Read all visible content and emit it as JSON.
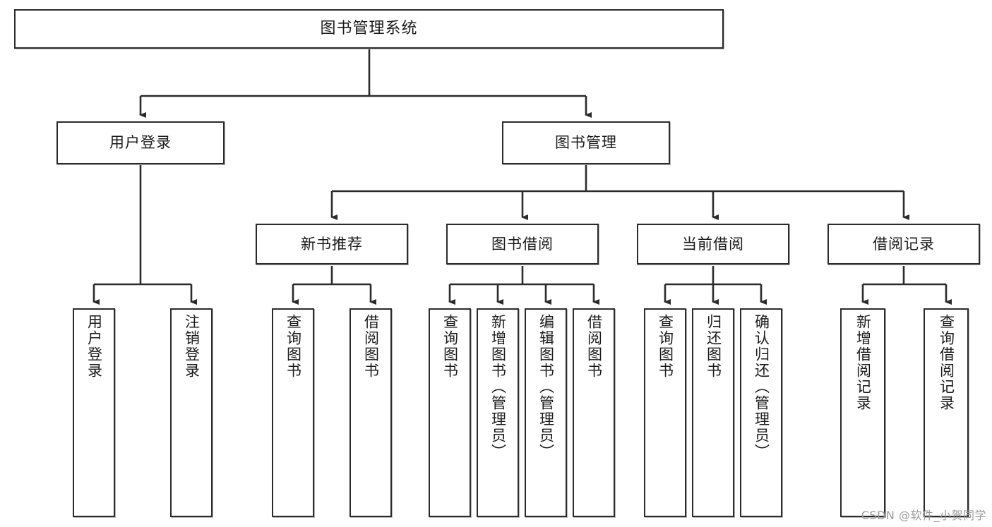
{
  "diagram": {
    "title": "图书管理系统",
    "type": "tree",
    "watermark": "CSDN @软件_小贺同学",
    "levels": {
      "root": {
        "label": "图书管理系统"
      },
      "level2": [
        {
          "label": "用户登录"
        },
        {
          "label": "图书管理"
        }
      ],
      "level3": [
        {
          "label": "新书推荐"
        },
        {
          "label": "图书借阅"
        },
        {
          "label": "当前借阅"
        },
        {
          "label": "借阅记录"
        }
      ],
      "leaves": {
        "user_login": [
          {
            "label": "用户登录"
          },
          {
            "label": "注销登录"
          }
        ],
        "new_book": [
          {
            "label": "查询图书"
          },
          {
            "label": "借阅图书"
          }
        ],
        "book_borrow": [
          {
            "label": "查询图书"
          },
          {
            "label": "新增图书（管理员）"
          },
          {
            "label": "编辑图书（管理员）"
          },
          {
            "label": "借阅图书"
          }
        ],
        "current_borrow": [
          {
            "label": "查询图书"
          },
          {
            "label": "归还图书"
          },
          {
            "label": "确认归还（管理员）"
          }
        ],
        "borrow_record": [
          {
            "label": "新增借阅记录"
          },
          {
            "label": "查询借阅记录"
          }
        ]
      }
    },
    "colors": {
      "border": "#2b2b2b",
      "background": "#ffffff",
      "text": "#1b1b1b",
      "watermark": "#9a9a9a"
    }
  }
}
